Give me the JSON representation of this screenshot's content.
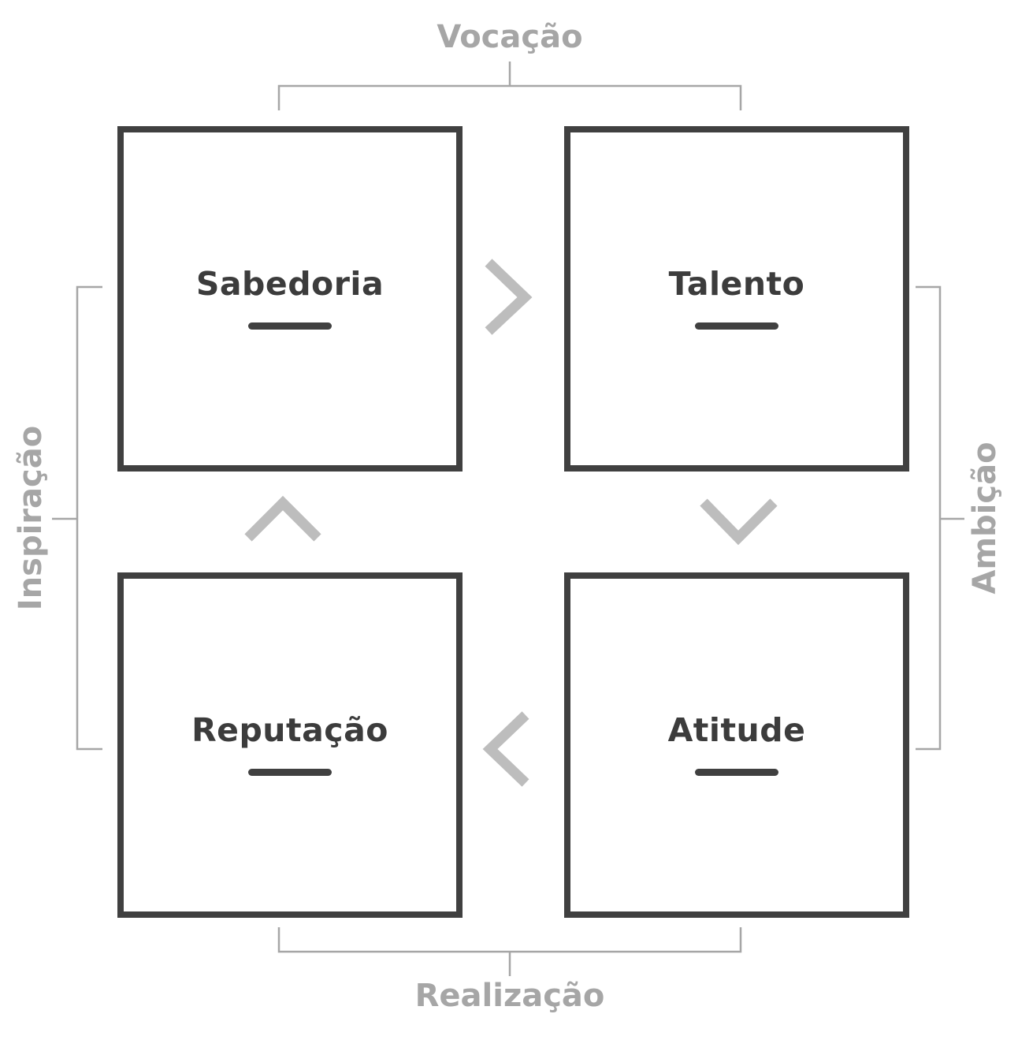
{
  "diagram": {
    "boxes": [
      {
        "id": "sabedoria",
        "label": "Sabedoria"
      },
      {
        "id": "talento",
        "label": "Talento"
      },
      {
        "id": "atitude",
        "label": "Atitude"
      },
      {
        "id": "reputacao",
        "label": "Reputação"
      }
    ],
    "brackets": {
      "top": "Vocação",
      "right": "Ambição",
      "bottom": "Realização",
      "left": "Inspiração"
    },
    "arrows": [
      "chevron-right",
      "chevron-down",
      "chevron-left",
      "chevron-up"
    ],
    "colors": {
      "box_border": "#404040",
      "box_text": "#3c3c3c",
      "bracket": "#a6a6a6",
      "chevron": "#bdbdbd"
    }
  }
}
